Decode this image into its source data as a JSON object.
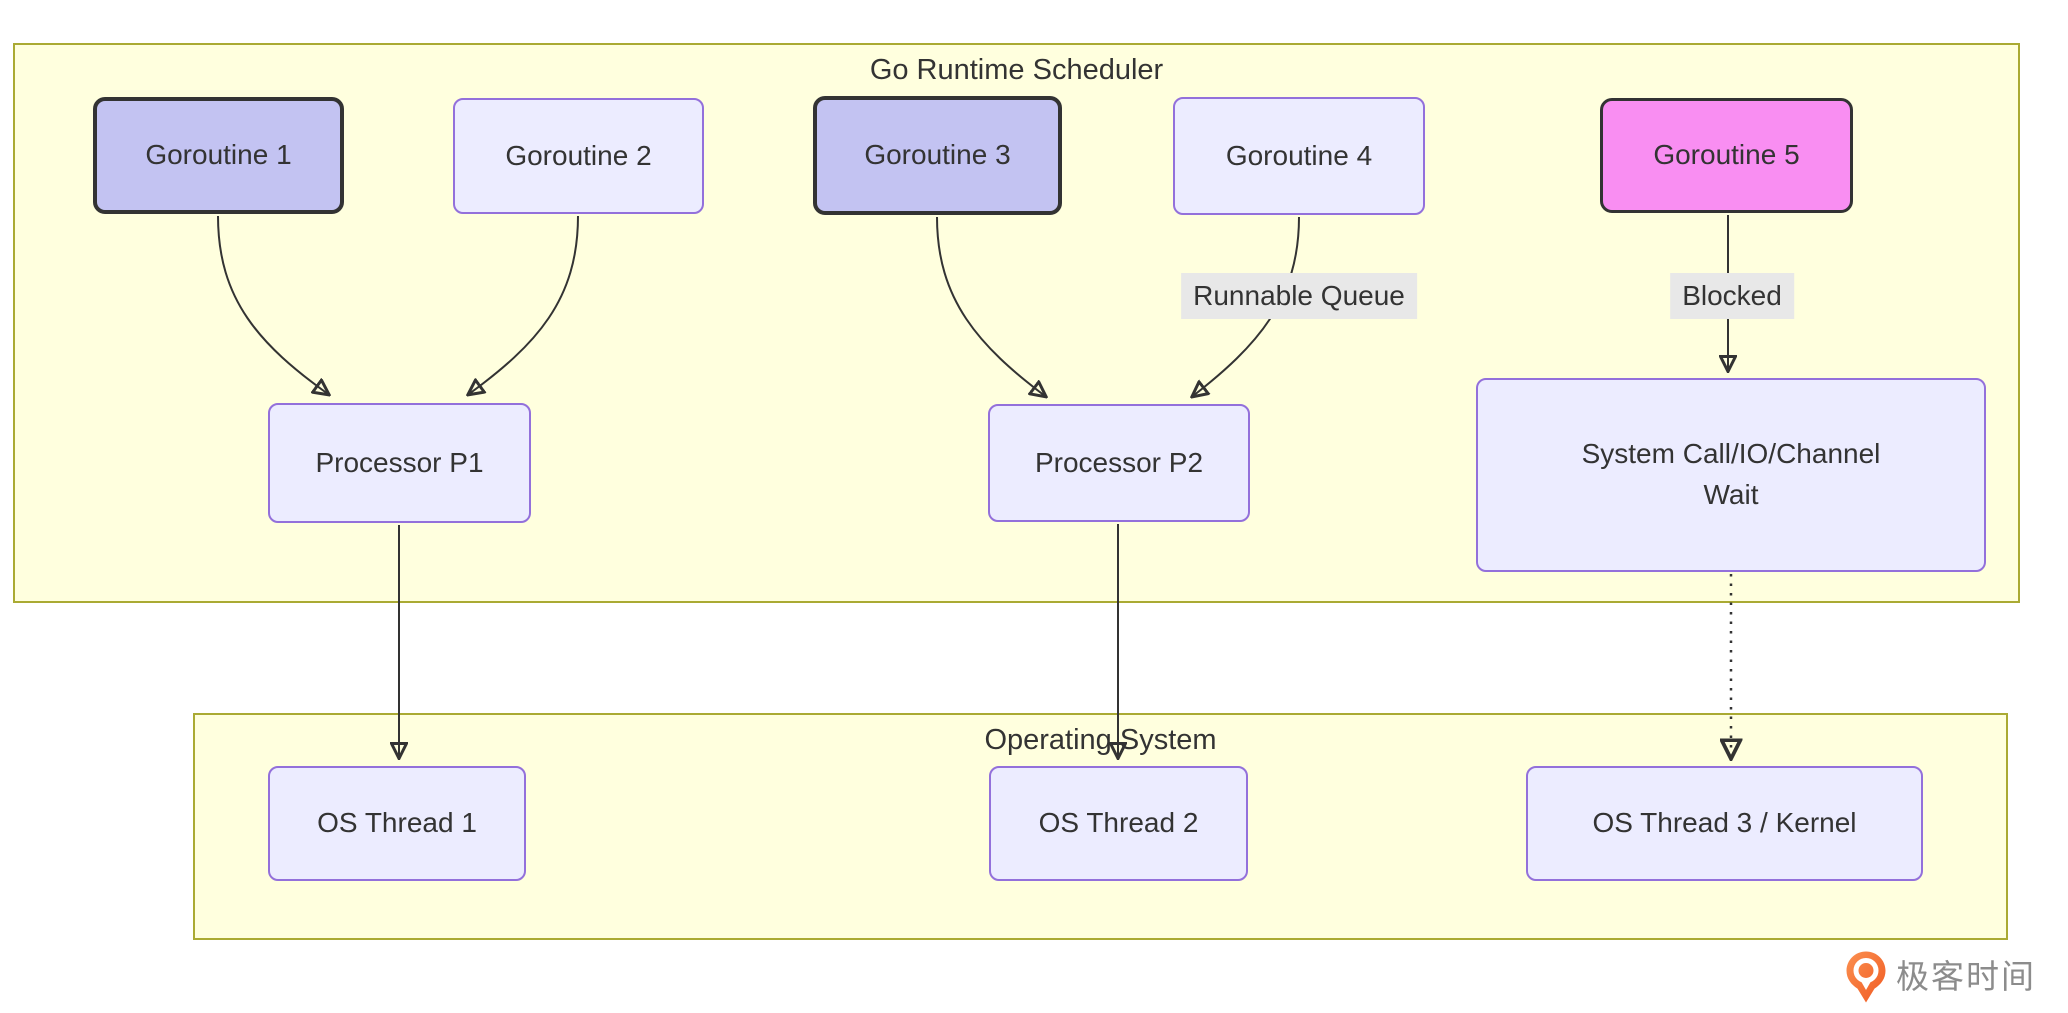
{
  "clusters": {
    "scheduler": {
      "title": "Go Runtime Scheduler"
    },
    "os": {
      "title": "Operating System"
    }
  },
  "nodes": {
    "goroutine1": {
      "label": "Goroutine 1",
      "state": "running"
    },
    "goroutine2": {
      "label": "Goroutine 2",
      "state": "default"
    },
    "goroutine3": {
      "label": "Goroutine 3",
      "state": "running"
    },
    "goroutine4": {
      "label": "Goroutine 4",
      "state": "default"
    },
    "goroutine5": {
      "label": "Goroutine 5",
      "state": "blocked"
    },
    "processor1": {
      "label": "Processor P1"
    },
    "processor2": {
      "label": "Processor P2"
    },
    "syscall": {
      "label_lines": [
        "System Call/IO/Channel",
        "Wait"
      ]
    },
    "thread1": {
      "label": "OS Thread 1"
    },
    "thread2": {
      "label": "OS Thread 2"
    },
    "thread3": {
      "label": "OS Thread 3 / Kernel"
    }
  },
  "edges": {
    "runnable_queue": {
      "label": "Runnable Queue"
    },
    "blocked": {
      "label": "Blocked"
    }
  },
  "colors": {
    "node_fill": "#ececff",
    "node_border": "#9370db",
    "running_fill": "#c3c3f2",
    "running_border": "#333333",
    "blocked_fill": "#f98ef2",
    "blocked_border": "#333333",
    "cluster_fill": "#ffffde",
    "cluster_border": "#aaaa33",
    "edge_label_bg": "#e8e8e8",
    "line_color": "#333333",
    "text_color": "#333333",
    "brand_orange": "#f05a22",
    "watermark_text_color": "#8c8c8c"
  },
  "watermark": {
    "text": "极客时间"
  }
}
